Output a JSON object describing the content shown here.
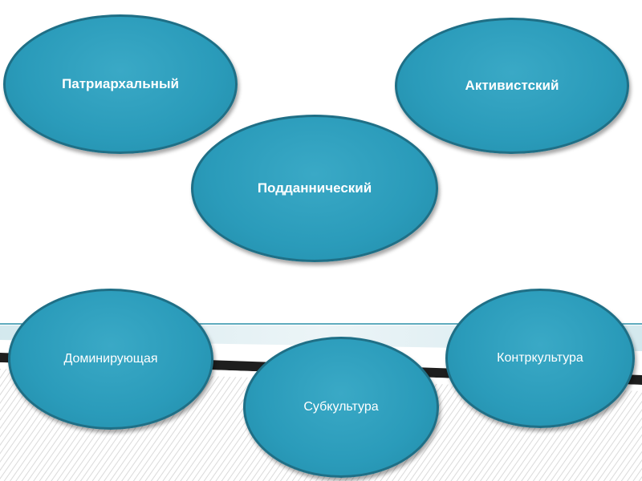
{
  "diagram": {
    "nodes": [
      {
        "id": "patriarchal",
        "label": "Патриархальный"
      },
      {
        "id": "activist",
        "label": "Активистский"
      },
      {
        "id": "subject",
        "label": "Подданнический"
      },
      {
        "id": "dominant",
        "label": "Доминирующая"
      },
      {
        "id": "subculture",
        "label": "Субкультура"
      },
      {
        "id": "counterculture",
        "label": "Контркультура"
      }
    ]
  },
  "colors": {
    "node_fill": "#2a9bba",
    "node_border": "#1f6f86",
    "node_text": "#ffffff",
    "stripe_dark": "#1e1e1e",
    "stripe_teal": "#2a8fa8"
  }
}
